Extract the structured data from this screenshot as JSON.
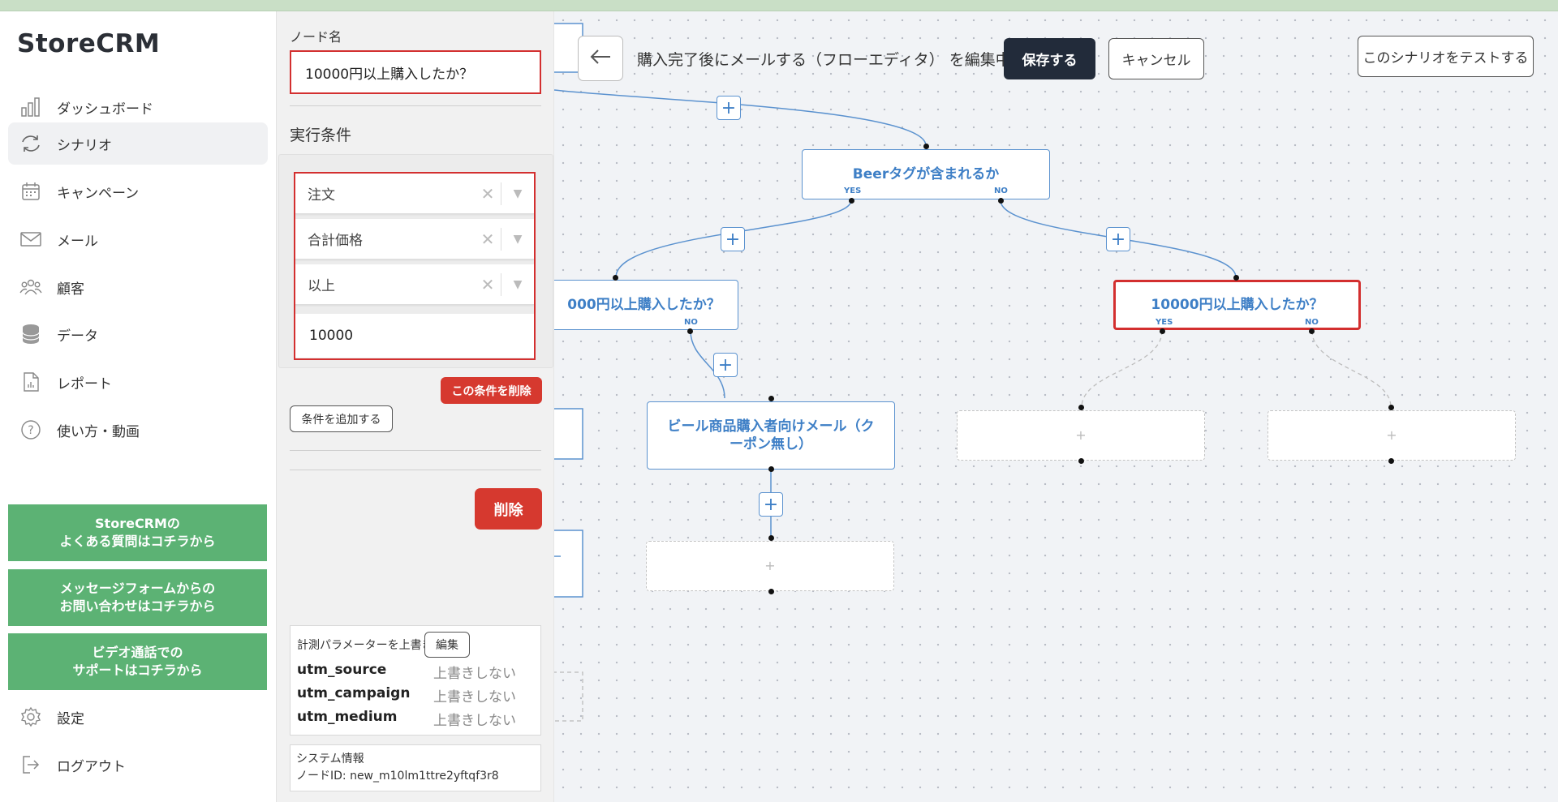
{
  "app": {
    "logo": "StoreCRM"
  },
  "sidebar": {
    "items": [
      {
        "label": "ダッシュボード",
        "icon": "bar-chart-icon"
      },
      {
        "label": "シナリオ",
        "icon": "refresh-icon"
      },
      {
        "label": "キャンペーン",
        "icon": "calendar-icon"
      },
      {
        "label": "メール",
        "icon": "mail-icon"
      },
      {
        "label": "顧客",
        "icon": "users-icon"
      },
      {
        "label": "データ",
        "icon": "database-icon"
      },
      {
        "label": "レポート",
        "icon": "report-icon"
      },
      {
        "label": "使い方・動画",
        "icon": "help-icon"
      }
    ],
    "support_buttons": [
      "StoreCRMの\nよくある質問はコチラから",
      "メッセージフォームからの\nお問い合わせはコチラから",
      "ビデオ通話での\nサポートはコチラから"
    ],
    "settings": "設定",
    "logout": "ログアウト",
    "accent_color": "#5cb274"
  },
  "panel": {
    "node_name_label": "ノード名",
    "node_name_value": "10000円以上購入したか？",
    "conditions_label": "実行条件",
    "condition": {
      "field1": "注文",
      "field2": "合計価格",
      "operator": "以上",
      "value": "10000"
    },
    "delete_condition": "この条件を削除",
    "add_condition": "条件を追加する",
    "delete": "削除",
    "utm_header": "計測パラメーターを上書き",
    "utm_edit": "編集",
    "utm": [
      {
        "key": "utm_source",
        "value": "上書きしない"
      },
      {
        "key": "utm_campaign",
        "value": "上書きしない"
      },
      {
        "key": "utm_medium",
        "value": "上書きしない"
      }
    ],
    "system_info_label": "システム情報",
    "node_id": "ノードID: new_m10lm1ttre2yftqf3r8"
  },
  "header": {
    "title": "購入完了後にメールする（フローエディタ） を編集中",
    "save": "保存する",
    "cancel": "キャンセル",
    "test": "このシナリオをテストする"
  },
  "flow": {
    "nodes": {
      "beer_tag": "Beerタグが含まれるか",
      "left_check": "000円以上購入したか？",
      "right_check": "10000円以上購入したか？",
      "beer_mail": "ビール商品購入者向けメール（クーポン無し）",
      "empty": "+"
    },
    "yes": "YES",
    "no": "NO",
    "plus": "+",
    "line_color": "#5b92cf",
    "highlight_color": "#d32f2f"
  }
}
